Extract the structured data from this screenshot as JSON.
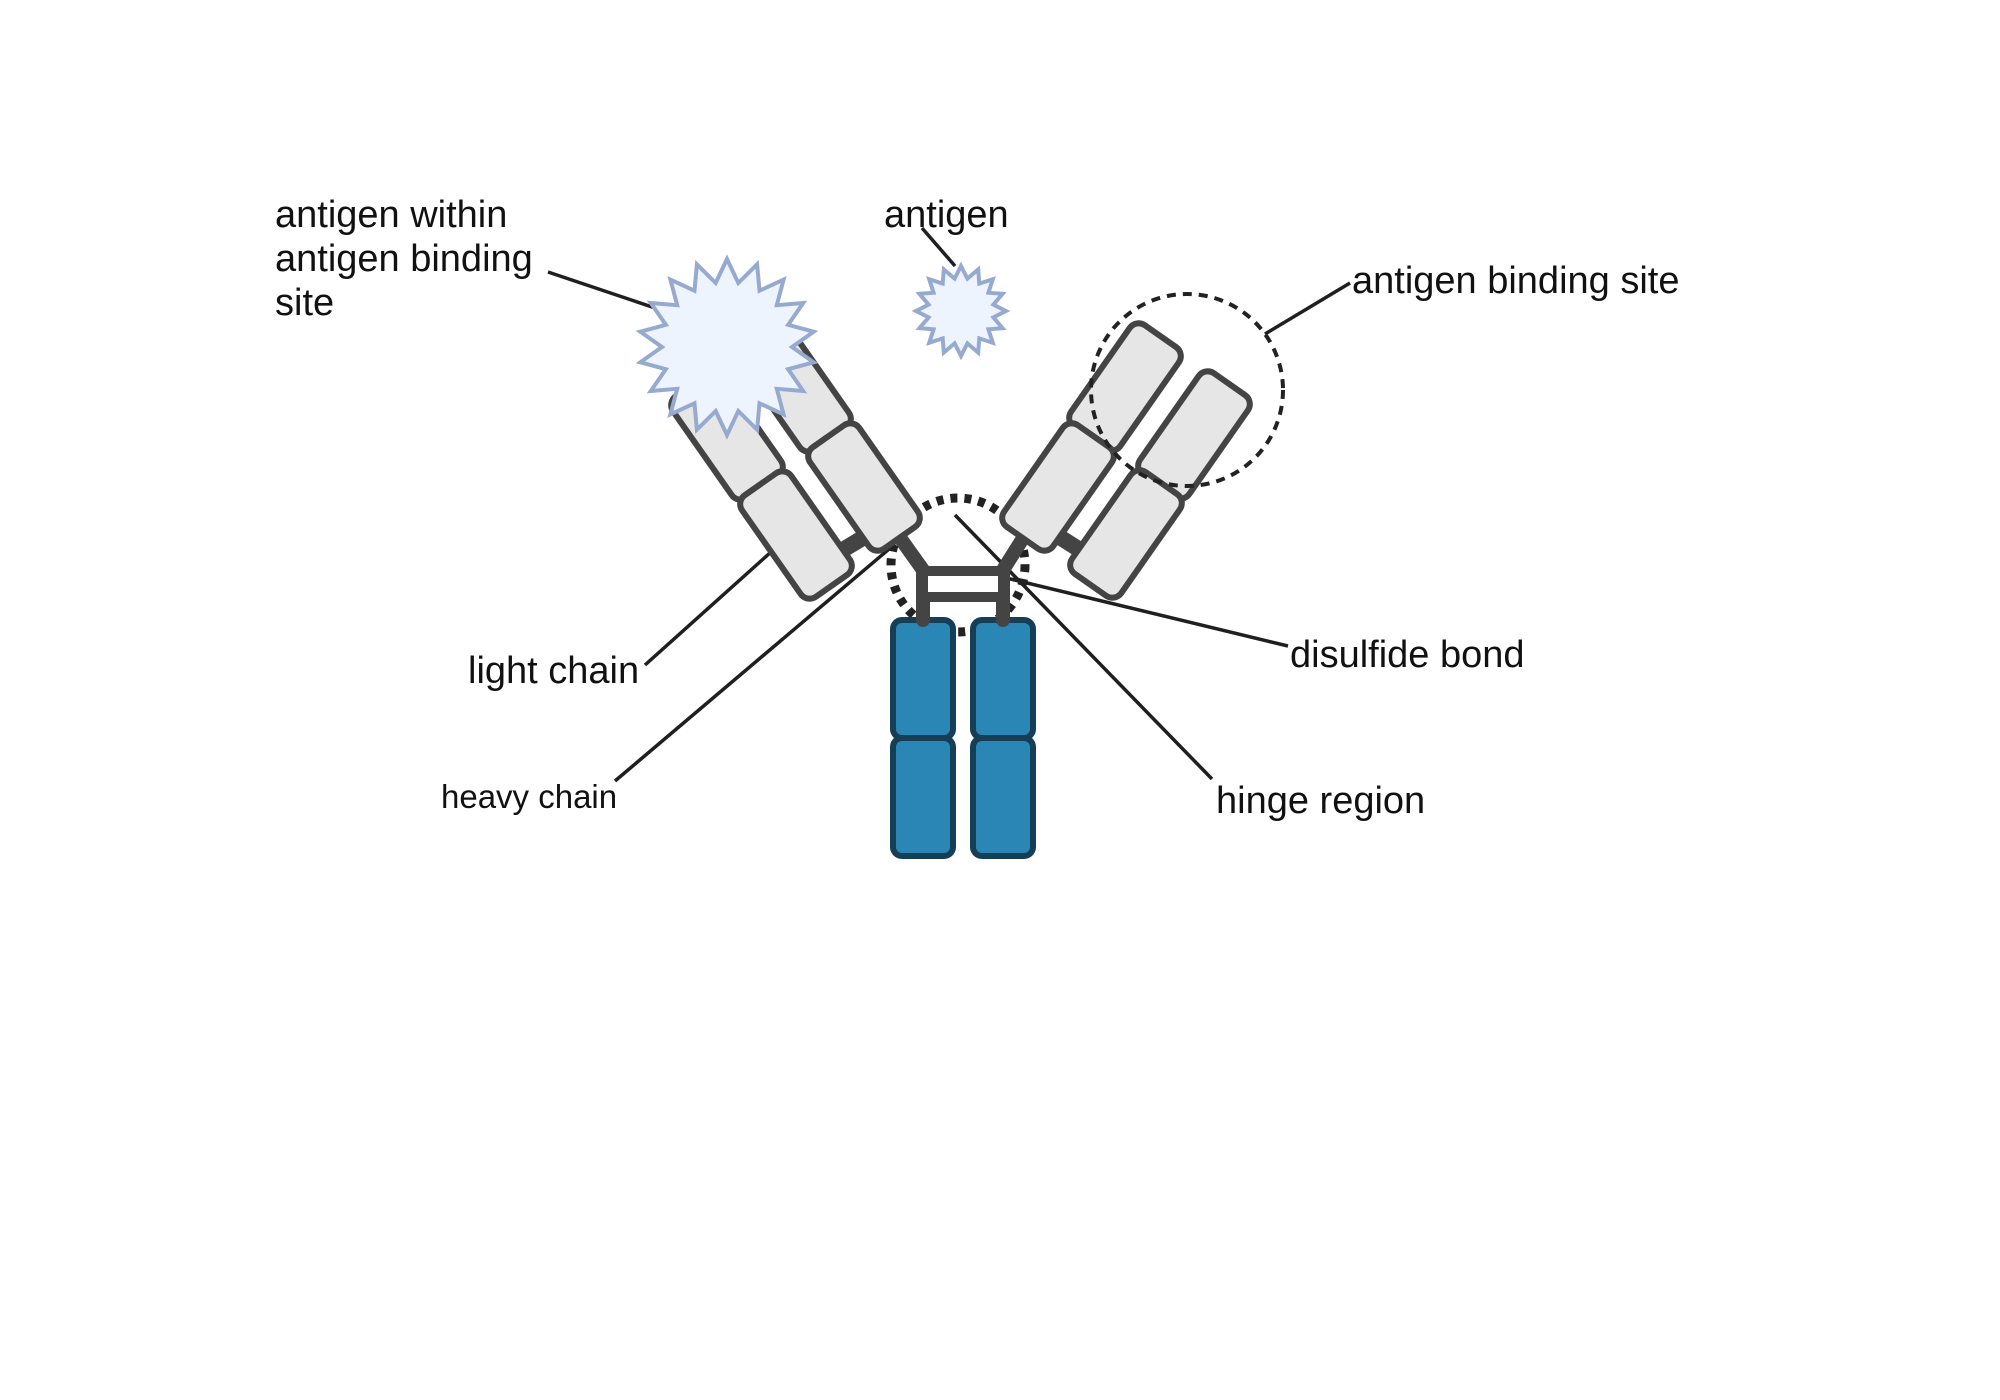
{
  "labels": {
    "antigen_within_site": [
      "antigen within",
      "antigen binding",
      "site"
    ],
    "antigen": "antigen",
    "antigen_binding_site": "antigen binding site",
    "light_chain": "light chain",
    "heavy_chain": "heavy chain",
    "disulfide_bond": "disulfide bond",
    "hinge_region": "hinge region"
  },
  "colors": {
    "heavy_chain_fill": "#2a86b5",
    "heavy_chain_stroke": "#163e55",
    "light_domain_fill": "#e6e6e6",
    "domain_stroke": "#444444",
    "antigen_fill": "#eef4fd",
    "antigen_stroke": "#96aad0"
  }
}
